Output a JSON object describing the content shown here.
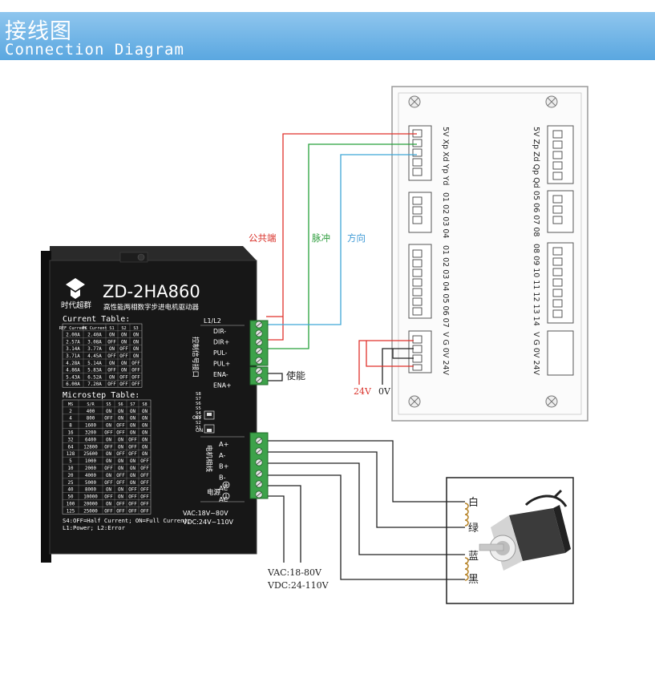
{
  "header": {
    "title_zh": "接线图",
    "title_en": "Connection Diagram"
  },
  "driver": {
    "logo_text": "时代超群",
    "model": "ZD-2HA860",
    "subtitle": "高性能两相数字步进电机驱动器",
    "current_table": {
      "title": "Current Table:",
      "headers": [
        "REF Current",
        "PK Current",
        "S1",
        "S2",
        "S3"
      ],
      "rows": [
        [
          "2.00A",
          "2.40A",
          "ON",
          "ON",
          "ON"
        ],
        [
          "2.57A",
          "3.08A",
          "OFF",
          "ON",
          "ON"
        ],
        [
          "3.14A",
          "3.77A",
          "ON",
          "OFF",
          "ON"
        ],
        [
          "3.71A",
          "4.45A",
          "OFF",
          "OFF",
          "ON"
        ],
        [
          "4.28A",
          "5.14A",
          "ON",
          "ON",
          "OFF"
        ],
        [
          "4.86A",
          "5.83A",
          "OFF",
          "ON",
          "OFF"
        ],
        [
          "5.43A",
          "6.52A",
          "ON",
          "OFF",
          "OFF"
        ],
        [
          "6.00A",
          "7.20A",
          "OFF",
          "OFF",
          "OFF"
        ]
      ]
    },
    "microstep_table": {
      "title": "Microstep Table:",
      "headers": [
        "MS",
        "S/R",
        "S5",
        "S6",
        "S7",
        "S8"
      ],
      "rows": [
        [
          "2",
          "400",
          "ON",
          "ON",
          "ON",
          "ON"
        ],
        [
          "4",
          "800",
          "OFF",
          "ON",
          "ON",
          "ON"
        ],
        [
          "8",
          "1600",
          "ON",
          "OFF",
          "ON",
          "ON"
        ],
        [
          "16",
          "3200",
          "OFF",
          "OFF",
          "ON",
          "ON"
        ],
        [
          "32",
          "6400",
          "ON",
          "ON",
          "OFF",
          "ON"
        ],
        [
          "64",
          "12800",
          "OFF",
          "ON",
          "OFF",
          "ON"
        ],
        [
          "128",
          "25600",
          "ON",
          "OFF",
          "OFF",
          "ON"
        ],
        [
          "5",
          "1000",
          "ON",
          "ON",
          "ON",
          "OFF"
        ],
        [
          "10",
          "2000",
          "OFF",
          "ON",
          "ON",
          "OFF"
        ],
        [
          "20",
          "4000",
          "ON",
          "OFF",
          "ON",
          "OFF"
        ],
        [
          "25",
          "5000",
          "OFF",
          "OFF",
          "ON",
          "OFF"
        ],
        [
          "40",
          "8000",
          "ON",
          "ON",
          "OFF",
          "OFF"
        ],
        [
          "50",
          "10000",
          "OFF",
          "ON",
          "OFF",
          "OFF"
        ],
        [
          "100",
          "20000",
          "ON",
          "OFF",
          "OFF",
          "OFF"
        ],
        [
          "125",
          "25000",
          "OFF",
          "OFF",
          "OFF",
          "OFF"
        ]
      ]
    },
    "note1": "S4:OFF=Half Current; ON=Full Current;",
    "note2": "L1:Power; L2:Error",
    "signal_group_label": "L1/L2",
    "signal_labels": [
      "DIR-",
      "DIR+",
      "PUL-",
      "PUL+",
      "ENA-",
      "ENA+"
    ],
    "control_port_label": "控制信号接口",
    "switch_labels": [
      "S8",
      "S7",
      "S6",
      "S5",
      "S4",
      "S3",
      "S2",
      "S1"
    ],
    "switch_state_labels": [
      "OFF",
      "ON"
    ],
    "motor_terminal_labels": [
      "A+",
      "A-",
      "B+",
      "B-",
      "AC",
      "AC"
    ],
    "motor_port_label": "电机相线",
    "power_port_label": "电源",
    "voltage_line1": "VAC:18V~80V",
    "voltage_line2": "VDC:24V~110V"
  },
  "board": {
    "conn1_label": "5V Xp Xd Yp Yd",
    "conn2_label": "01 02 03 04",
    "conn3_label": "01 02 03 04 05 06 07",
    "conn4_label": "V G 0V 24V",
    "conn5_label": "5V Zp Zd Qp Qd",
    "conn6_label": "05 06 07 08",
    "conn7_label": "08 09 10 11 12 13 14",
    "conn8_label": "V G 0V 24V"
  },
  "wire_labels": {
    "common": "公共端",
    "pulse": "脉冲",
    "direction": "方向",
    "enable": "使能",
    "v24": "24V",
    "v0": "0V",
    "motor_white": "白",
    "motor_green": "绿",
    "motor_blue": "蓝",
    "motor_black": "黑",
    "vac": "VAC:18-80V",
    "vdc": "VDC:24-110V"
  },
  "colors": {
    "header_blue": "#6cb2e6",
    "wire_red": "#e0312b",
    "wire_green": "#27a13b",
    "wire_blue": "#3fa6d6",
    "label_red": "#d9322b",
    "label_green": "#2f9e3f",
    "label_blue": "#3f9ad6",
    "terminal_green": "#3da24a"
  }
}
